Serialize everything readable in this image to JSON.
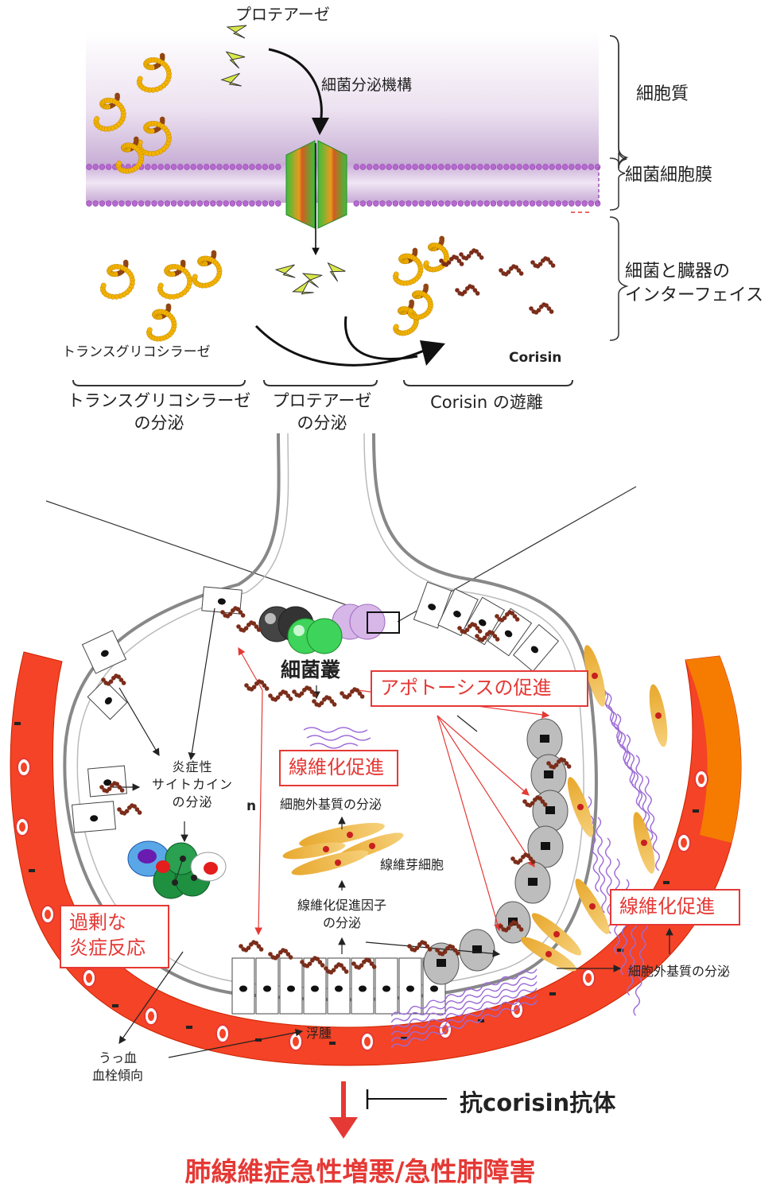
{
  "top": {
    "protease": "プロテアーゼ",
    "secretion_apparatus": "細菌分泌機構",
    "cytoplasm": "細胞質",
    "membrane": "細菌細胞膜",
    "interface": "細菌と臓器の\nインターフェイス",
    "transglyco": "トランスグリコシラーゼ",
    "corisin": "Corisin",
    "steps": [
      "トランスグリコシラーゼ\nの分泌",
      "プロテアーゼ\nの分泌",
      "Corisin の遊離"
    ]
  },
  "alveolus": {
    "cluster": "細菌叢",
    "apoptosis": "アポトーシスの促進",
    "fibrosis_center": "線維化促進",
    "fibrosis_right": "線維化促進",
    "cytokine": "炎症性\nサイトカイン\nの分泌",
    "ecm_center": "細胞外基質の分泌",
    "fibroblast": "線維芽細胞",
    "fibrosis_factor": "線維化促進因子\nの分泌",
    "excess_inflammation": "過剰な\n炎症反応",
    "ecm_right": "細胞外基質の分泌",
    "edema": "浮腫",
    "congestion": "うっ血\n血栓傾向",
    "n": "n"
  },
  "bottom": {
    "antibody": "抗corisin抗体",
    "result": "肺線維症急性増悪/急性肺障害"
  },
  "colors": {
    "red": "#e53935",
    "blood": "#f44326",
    "orange": "#f57c00",
    "corisin": "#7b2d1a",
    "chain": "#f4b400",
    "membrane": "#b07cc6"
  }
}
